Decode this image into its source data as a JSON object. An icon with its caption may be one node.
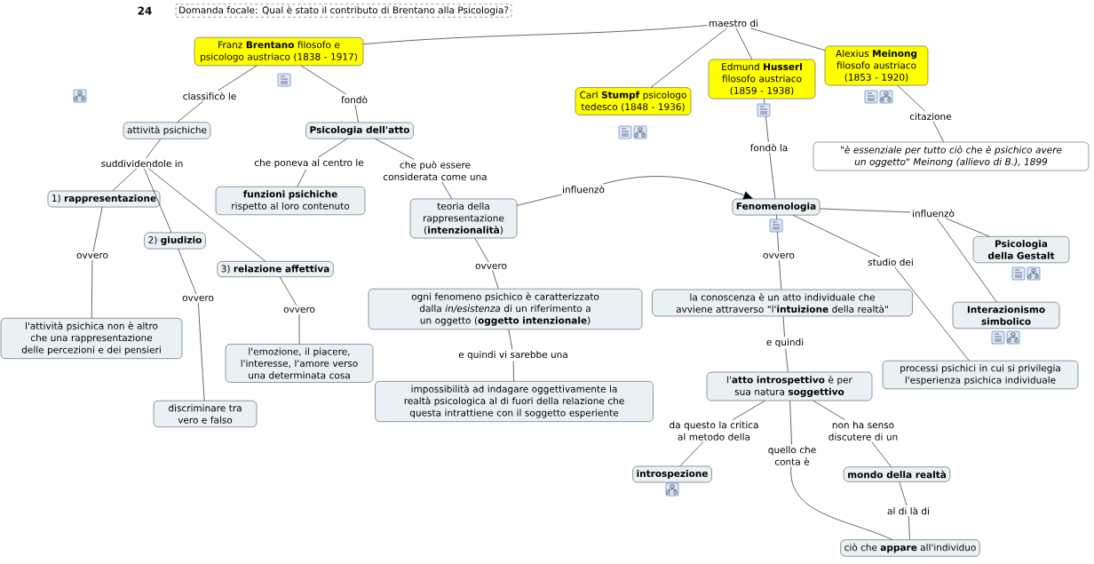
{
  "diagram": {
    "nodes": [
      {
        "text": [
          "Domanda focale: Qual è stato il contributo di Brentano alla Psicologia?"
        ]
      },
      {
        "text": [
          "Franz **Brentano** filosofo e psicologo austriaco (1838 - 1917)"
        ]
      },
      {
        "text": [
          "classificò le"
        ]
      },
      {
        "text": [
          "fondò"
        ]
      },
      {
        "text": [
          "attività psichiche"
        ]
      },
      {
        "text": [
          "Psicologia dell'atto"
        ]
      },
      {
        "text": [
          "suddividendole in"
        ]
      },
      {
        "text": [
          "che poneva al centro le"
        ]
      },
      {
        "text": [
          "che può essere considerata come una"
        ]
      },
      {
        "text": [
          "1) **rappresentazione**"
        ]
      },
      {
        "text": [
          "**funzioni psichiche** rispetto al loro contenuto"
        ]
      },
      {
        "text": [
          "teoria della rappresentazione (**intenzionalità**)"
        ]
      },
      {
        "text": [
          "2) **giudizio**"
        ]
      },
      {
        "text": [
          "3) **relazione affettiva**"
        ]
      },
      {
        "text": [
          "ovvero"
        ]
      },
      {
        "text": [
          "ovvero"
        ]
      },
      {
        "text": [
          "ovvero"
        ]
      },
      {
        "text": [
          "l'attività psichica non è altro che una rappresentazione delle percezioni e dei pensieri"
        ]
      },
      {
        "text": [
          "l'emozione, il piacere, l'interesse, l'amore verso una determinata cosa"
        ]
      },
      {
        "text": [
          "discriminare tra vero e falso"
        ]
      },
      {
        "text": [
          "maestro di"
        ]
      },
      {
        "text": [
          "Carl **Stumpf** psicologo tedesco (1848 - 1936)"
        ]
      },
      {
        "text": [
          "Edmund **Husserl** filosofo austriaco (1859 - 1938)"
        ]
      },
      {
        "text": [
          "Alexius **Meinong** filosofo austriaco (1853 - 1920)"
        ]
      },
      {
        "text": [
          "citazione"
        ]
      },
      {
        "text": [
          "\"è essenziale per tutto ciò che è psichico avere un oggetto\" Meinong (allievo di B.), 1899"
        ]
      },
      {
        "text": [
          "fondò la"
        ]
      },
      {
        "text": [
          "influenzò"
        ]
      },
      {
        "text": [
          "Fenomenologia"
        ]
      },
      {
        "text": [
          "influenzò"
        ]
      },
      {
        "text": [
          "Psicologia della Gestalt"
        ]
      },
      {
        "text": [
          "ovvero"
        ]
      },
      {
        "text": [
          "studio dei"
        ]
      },
      {
        "text": [
          "Interazionismo simbolico"
        ]
      },
      {
        "text": [
          "ovvero"
        ]
      },
      {
        "text": [
          "ogni fenomeno psichico è caratterizzato dalla *in/esistenza* di un riferimento a un oggetto (**oggetto intenzionale**)"
        ]
      },
      {
        "text": [
          "la conoscenza è un atto individuale che avviene attraverso \"l'**intuizione** della realtà\""
        ]
      },
      {
        "text": [
          "processi psichici in cui si privilegia l'esperienza psichica individuale"
        ]
      },
      {
        "text": [
          "e quindi vi sarebbe una"
        ]
      },
      {
        "text": [
          "e quindi"
        ]
      },
      {
        "text": [
          "impossibilità ad indagare oggettivamente la realtà psicologica al di fuori della relazione che questa intrattiene con il soggetto esperiente"
        ]
      },
      {
        "text": [
          "l'**atto introspettivo** è per sua natura **soggettivo**"
        ]
      },
      {
        "text": [
          "da questo la critica al metodo della"
        ]
      },
      {
        "text": [
          "non ha senso discutere di un"
        ]
      },
      {
        "text": [
          "quello che conta è"
        ]
      },
      {
        "text": [
          "introspezione"
        ]
      },
      {
        "text": [
          "mondo della realtà"
        ]
      },
      {
        "text": [
          "al di là di"
        ]
      },
      {
        "text": [
          "ciò che **appare** all'individuo"
        ]
      }
    ],
    "edges": [
      {
        "from": 1,
        "to": 2,
        "arrow": "none"
      },
      {
        "from": 2,
        "to": 4,
        "arrow": "none"
      },
      {
        "from": 1,
        "to": 3,
        "arrow": "none"
      },
      {
        "from": 3,
        "to": 5,
        "arrow": "none"
      },
      {
        "from": 4,
        "to": 6,
        "arrow": "none"
      },
      {
        "from": 6,
        "to": 9,
        "arrow": "none"
      },
      {
        "from": 6,
        "to": 12,
        "arrow": "none"
      },
      {
        "from": 6,
        "to": 13,
        "arrow": "none"
      },
      {
        "from": 5,
        "to": 7,
        "arrow": "none"
      },
      {
        "from": 7,
        "to": 10,
        "arrow": "none"
      },
      {
        "from": 5,
        "to": 8,
        "arrow": "none"
      },
      {
        "from": 8,
        "to": 11,
        "arrow": "none"
      },
      {
        "from": 9,
        "to": 14,
        "arrow": "none"
      },
      {
        "from": 14,
        "to": 17,
        "arrow": "none"
      },
      {
        "from": 12,
        "to": 15,
        "arrow": "none"
      },
      {
        "from": 15,
        "to": 19,
        "arrow": "none"
      },
      {
        "from": 13,
        "to": 16,
        "arrow": "none"
      },
      {
        "from": 16,
        "to": 18,
        "arrow": "none"
      },
      {
        "from": 1,
        "to": 20,
        "arrow": "none"
      },
      {
        "from": 20,
        "to": 21,
        "arrow": "none"
      },
      {
        "from": 20,
        "to": 22,
        "arrow": "none"
      },
      {
        "from": 20,
        "to": 23,
        "arrow": "none"
      },
      {
        "from": 23,
        "to": 24,
        "arrow": "none"
      },
      {
        "from": 24,
        "to": 25,
        "arrow": "none"
      },
      {
        "from": 22,
        "to": 26,
        "arrow": "none"
      },
      {
        "from": 26,
        "to": 28,
        "arrow": "none"
      },
      {
        "from": 11,
        "to": 27,
        "arrow": "none"
      },
      {
        "from": 27,
        "to": 28,
        "arrow": "to"
      },
      {
        "from": 28,
        "to": 29,
        "arrow": "none"
      },
      {
        "from": 29,
        "to": 30,
        "arrow": "none"
      },
      {
        "from": 29,
        "to": 33,
        "arrow": "none"
      },
      {
        "from": 28,
        "to": 31,
        "arrow": "none"
      },
      {
        "from": 31,
        "to": 36,
        "arrow": "none"
      },
      {
        "from": 28,
        "to": 32,
        "arrow": "none"
      },
      {
        "from": 32,
        "to": 37,
        "arrow": "none"
      },
      {
        "from": 11,
        "to": 34,
        "arrow": "none"
      },
      {
        "from": 34,
        "to": 35,
        "arrow": "none"
      },
      {
        "from": 35,
        "to": 38,
        "arrow": "none"
      },
      {
        "from": 38,
        "to": 40,
        "arrow": "none"
      },
      {
        "from": 36,
        "to": 39,
        "arrow": "none"
      },
      {
        "from": 39,
        "to": 41,
        "arrow": "none"
      },
      {
        "from": 41,
        "to": 42,
        "arrow": "none"
      },
      {
        "from": 42,
        "to": 45,
        "arrow": "none"
      },
      {
        "from": 41,
        "to": 43,
        "arrow": "none"
      },
      {
        "from": 43,
        "to": 46,
        "arrow": "none"
      },
      {
        "from": 41,
        "to": 44,
        "arrow": "none"
      },
      {
        "from": 44,
        "to": 48,
        "arrow": "none"
      },
      {
        "from": 46,
        "to": 47,
        "arrow": "none"
      },
      {
        "from": 47,
        "to": 48,
        "arrow": "none"
      }
    ],
    "labels": [
      "24"
    ]
  }
}
